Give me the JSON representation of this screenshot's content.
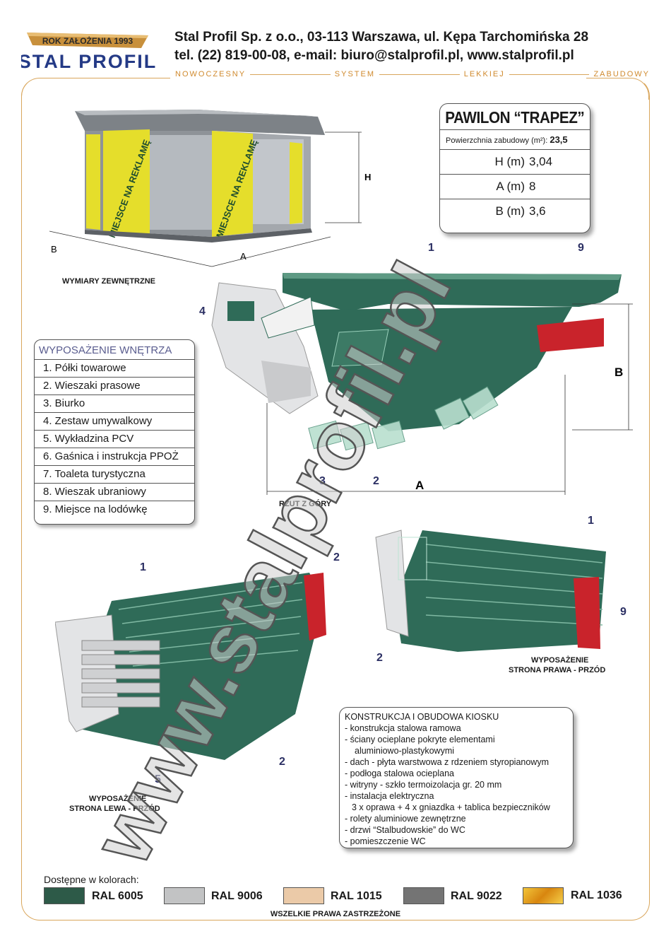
{
  "header": {
    "logo_top": "ROK ZAŁOŻENIA 1993",
    "logo_main": "STAL PROFIL",
    "address_line1": "Stal Profil Sp. z o.o., 03-113 Warszawa, ul. Kępa Tarchomińska 28",
    "address_line2": "tel. (22) 819-00-08,  e-mail: biuro@stalprofil.pl,  www.stalprofil.pl",
    "tagline": [
      "NOWOCZESNY",
      "SYSTEM",
      "LEKKIEJ",
      "ZABUDOWY"
    ]
  },
  "spec": {
    "title": "PAWILON “TRAPEZ”",
    "area_label": "Powierzchnia zabudowy (m²):",
    "area_value": "23,5",
    "rows": [
      {
        "key": "H (m)",
        "value": "3,04"
      },
      {
        "key": "A (m)",
        "value": "8"
      },
      {
        "key": "B (m)",
        "value": "3,6"
      }
    ]
  },
  "kiosk_ad_text": "MIEJSCE NA REKLAMĘ",
  "dimension_labels": {
    "H": "H",
    "A": "A",
    "B": "B",
    "outer_caption": "WYMIARY ZEWNĘTRZNE",
    "top_caption": "RZUT Z GÓRY"
  },
  "equipment": {
    "heading": "WYPOSAŻENIE WNĘTRZA",
    "items": [
      "1.  Półki towarowe",
      "2.  Wieszaki prasowe",
      "3.  Biurko",
      "4.  Zestaw umywalkowy",
      "5.  Wykładzina PCV",
      "6.  Gaśnica i instrukcja PPOŻ",
      "7.  Toaleta turystyczna",
      "8.  Wieszak ubraniowy",
      "9. Miejsce na lodówkę"
    ]
  },
  "markers": {
    "n1": "1",
    "n2": "2",
    "n3": "3",
    "n4": "4",
    "n5": "5",
    "n9": "9"
  },
  "captions": {
    "right_front_1": "WYPOSAŻENIE",
    "right_front_2": "STRONA PRAWA - PRZÓD",
    "left_front_1": "WYPOSAŻENIE",
    "left_front_2": "STRONA LEWA - PRZÓD"
  },
  "construction": {
    "heading": "KONSTRUKCJA I OBUDOWA KIOSKU",
    "lines": [
      "- konstrukcja stalowa ramowa",
      "- ściany ocieplane pokryte elementami",
      "   aluminiowo-plastykowymi",
      "- dach - płyta warstwowa z rdzeniem styropianowym",
      "- podłoga stalowa ocieplana",
      "- witryny - szkło termoizolacja gr. 20 mm",
      "- instalacja elektryczna",
      "   3 x oprawa + 4 x gniazdka + tablica bezpieczników",
      "- rolety aluminiowe zewnętrzne",
      "- drzwi “Stalbudowskie” do WC",
      "- pomieszczenie WC"
    ]
  },
  "colors": {
    "heading": "Dostępne w kolorach:",
    "swatches": [
      {
        "label": "RAL 6005",
        "hex": "#2d5a48"
      },
      {
        "label": "RAL 9006",
        "hex": "#c2c3c4"
      },
      {
        "label": "RAL 1015",
        "hex": "#ebcaa8"
      },
      {
        "label": "RAL 9022",
        "hex": "#747474"
      },
      {
        "label": "RAL 1036",
        "hex": "#e3a21a"
      }
    ]
  },
  "copyright": "WSZELKIE PRAWA ZASTRZEŻONE",
  "watermark": "www.stalprofil.pl",
  "accent_color": "#d9a65c",
  "kiosk_green": "#2f6b58"
}
